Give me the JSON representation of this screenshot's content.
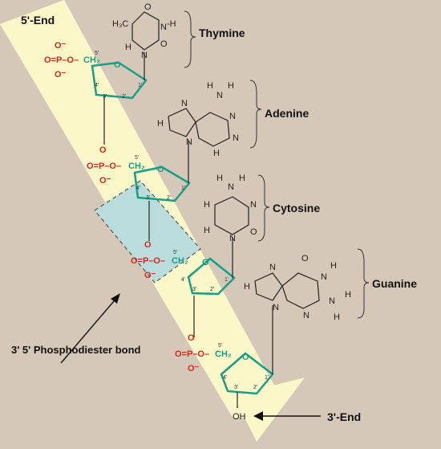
{
  "labels": {
    "five_end": "5'-End",
    "three_end": "3'-End",
    "bond": "3' 5' Phosphodiester bond",
    "thymine": "Thymine",
    "adenine": "Adenine",
    "cytosine": "Cytosine",
    "guanine": "Guanine",
    "oh": "OH"
  },
  "atoms": {
    "o_minus": "O⁻",
    "o": "O",
    "p": "P",
    "ch2": "CH₂",
    "dash_o": "–O–",
    "eq": "=",
    "n": "N",
    "h": "H",
    "h3c": "H₃C",
    "nh": "N",
    "p1": "1'",
    "p2": "2'",
    "p3": "3'",
    "p4": "4'",
    "p5": "5'"
  },
  "colors": {
    "background": "#d6c8b8",
    "strand": "#fbf7c9",
    "highlight": "#b9dcdc",
    "phosphate": "#e0241b",
    "sugar": "#16a085",
    "bonds": "#222222"
  }
}
